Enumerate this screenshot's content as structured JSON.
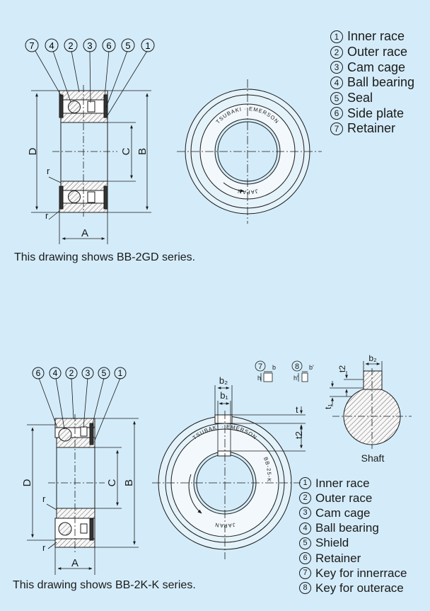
{
  "top": {
    "legend": [
      {
        "num": "1",
        "label": "Inner race"
      },
      {
        "num": "2",
        "label": "Outer race"
      },
      {
        "num": "3",
        "label": "Cam cage"
      },
      {
        "num": "4",
        "label": "Ball bearing"
      },
      {
        "num": "5",
        "label": "Seal"
      },
      {
        "num": "6",
        "label": "Side plate"
      },
      {
        "num": "7",
        "label": "Retainer"
      }
    ],
    "callouts": [
      "7",
      "4",
      "2",
      "3",
      "6",
      "5",
      "1"
    ],
    "dims": {
      "D": "D",
      "C": "C",
      "B": "B",
      "A": "A",
      "r": "r"
    },
    "ring_text": {
      "brand": "TSUBAKI · EMERSON",
      "origin": "JAPAN"
    },
    "caption": "This drawing shows BB-2GD series."
  },
  "bottom": {
    "legend": [
      {
        "num": "1",
        "label": "Inner race"
      },
      {
        "num": "2",
        "label": "Outer race"
      },
      {
        "num": "3",
        "label": "Cam cage"
      },
      {
        "num": "4",
        "label": "Ball bearing"
      },
      {
        "num": "5",
        "label": "Shield"
      },
      {
        "num": "6",
        "label": "Retainer"
      },
      {
        "num": "7",
        "label": "Key for innerrace"
      },
      {
        "num": "8",
        "label": "Key for outerace"
      }
    ],
    "callouts": [
      "6",
      "4",
      "2",
      "3",
      "5",
      "1"
    ],
    "dims": {
      "D": "D",
      "C": "C",
      "B": "B",
      "A": "A",
      "r": "r",
      "b1": "b₁",
      "b2": "b₂",
      "t": "t",
      "t1": "t₁",
      "t2": "t2",
      "b": "b"
    },
    "key_labels": {
      "k7": "7",
      "k8": "8",
      "h": "h",
      "h_prime": "h'",
      "b_prime": "b'"
    },
    "ring_text": {
      "brand": "TSUBAKI · EMERSON",
      "model": "BB-25-K",
      "origin": "JAPAN"
    },
    "shaft_label": "Shaft",
    "caption": "This drawing shows BB-2K-K series."
  }
}
